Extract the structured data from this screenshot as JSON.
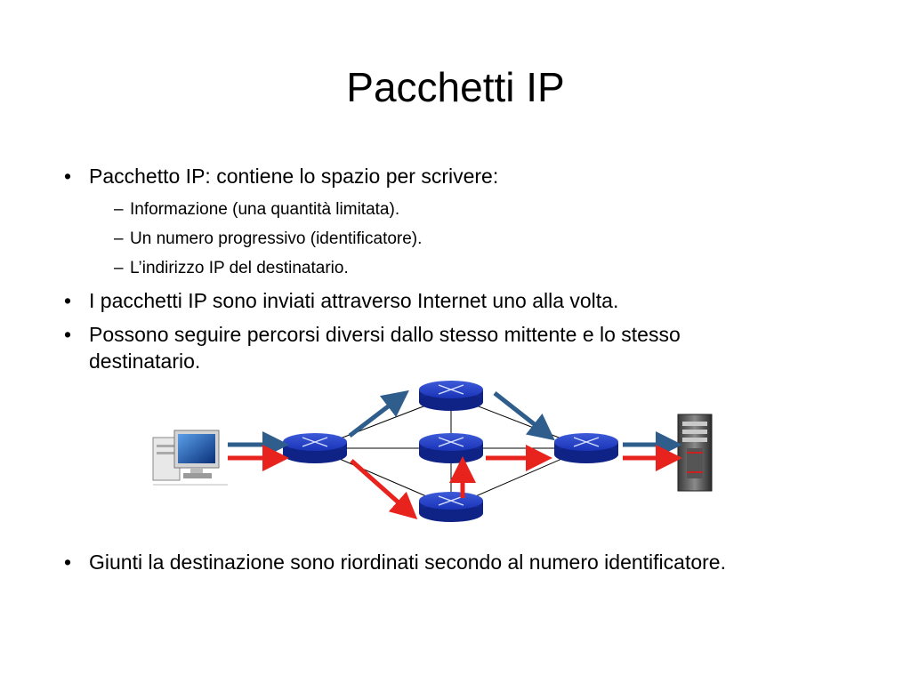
{
  "slide": {
    "title": "Pacchetti IP",
    "bullets": [
      {
        "text": "Pacchetto IP: contiene lo spazio per scrivere:"
      },
      {
        "text": "I pacchetti IP sono inviati attraverso Internet uno alla volta."
      },
      {
        "text": "Possono seguire percorsi diversi dallo stesso mittente e lo stesso destinatario."
      },
      {
        "text": "Giunti la destinazione sono riordinati secondo al numero identificatore."
      }
    ],
    "sub_bullets": [
      {
        "text": "Informazione (una quantità limitata)."
      },
      {
        "text": "Un numero progressivo (identificatore)."
      },
      {
        "text": "L’indirizzo IP del destinatario."
      }
    ],
    "bullet_symbol": "•",
    "sub_bullet_symbol": "–"
  },
  "diagram": {
    "icons": {
      "sender": "desktop-computer-icon",
      "receiver": "tower-server-icon",
      "router": "router-icon"
    },
    "colors": {
      "router": "#1a33b8",
      "arrow_blue": "#2f5d8c",
      "arrow_red": "#e8221d",
      "link": "#000000"
    }
  }
}
